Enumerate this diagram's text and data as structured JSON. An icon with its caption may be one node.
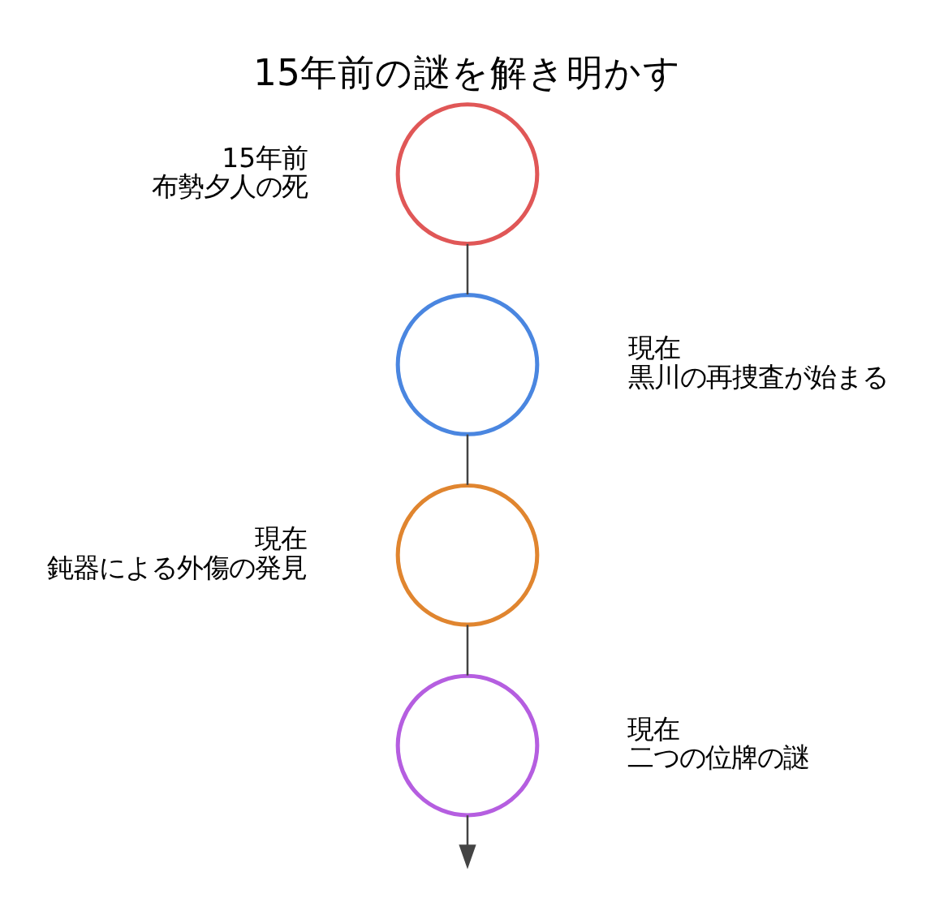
{
  "diagram": {
    "title": "15年前の謎を解き明かす",
    "nodes": [
      {
        "text": [],
        "shape": "circle",
        "beside": [
          "15年前",
          "布勢夕人の死"
        ]
      },
      {
        "text": [],
        "shape": "circle",
        "beside": [
          "現在",
          "黒川の再捜査が始まる"
        ]
      },
      {
        "text": [],
        "shape": "circle",
        "beside": [
          "現在",
          "鈍器による外傷の発見"
        ]
      },
      {
        "text": [],
        "shape": "circle",
        "beside": [
          "現在",
          "二つの位牌の謎"
        ]
      }
    ],
    "edges": [
      {
        "from": 0,
        "to": 1,
        "arrow": "none"
      },
      {
        "from": 1,
        "to": 2,
        "arrow": "none"
      },
      {
        "from": 2,
        "to": 3,
        "arrow": "none"
      },
      {
        "from": 3,
        "to": null,
        "arrow": "to"
      }
    ]
  }
}
